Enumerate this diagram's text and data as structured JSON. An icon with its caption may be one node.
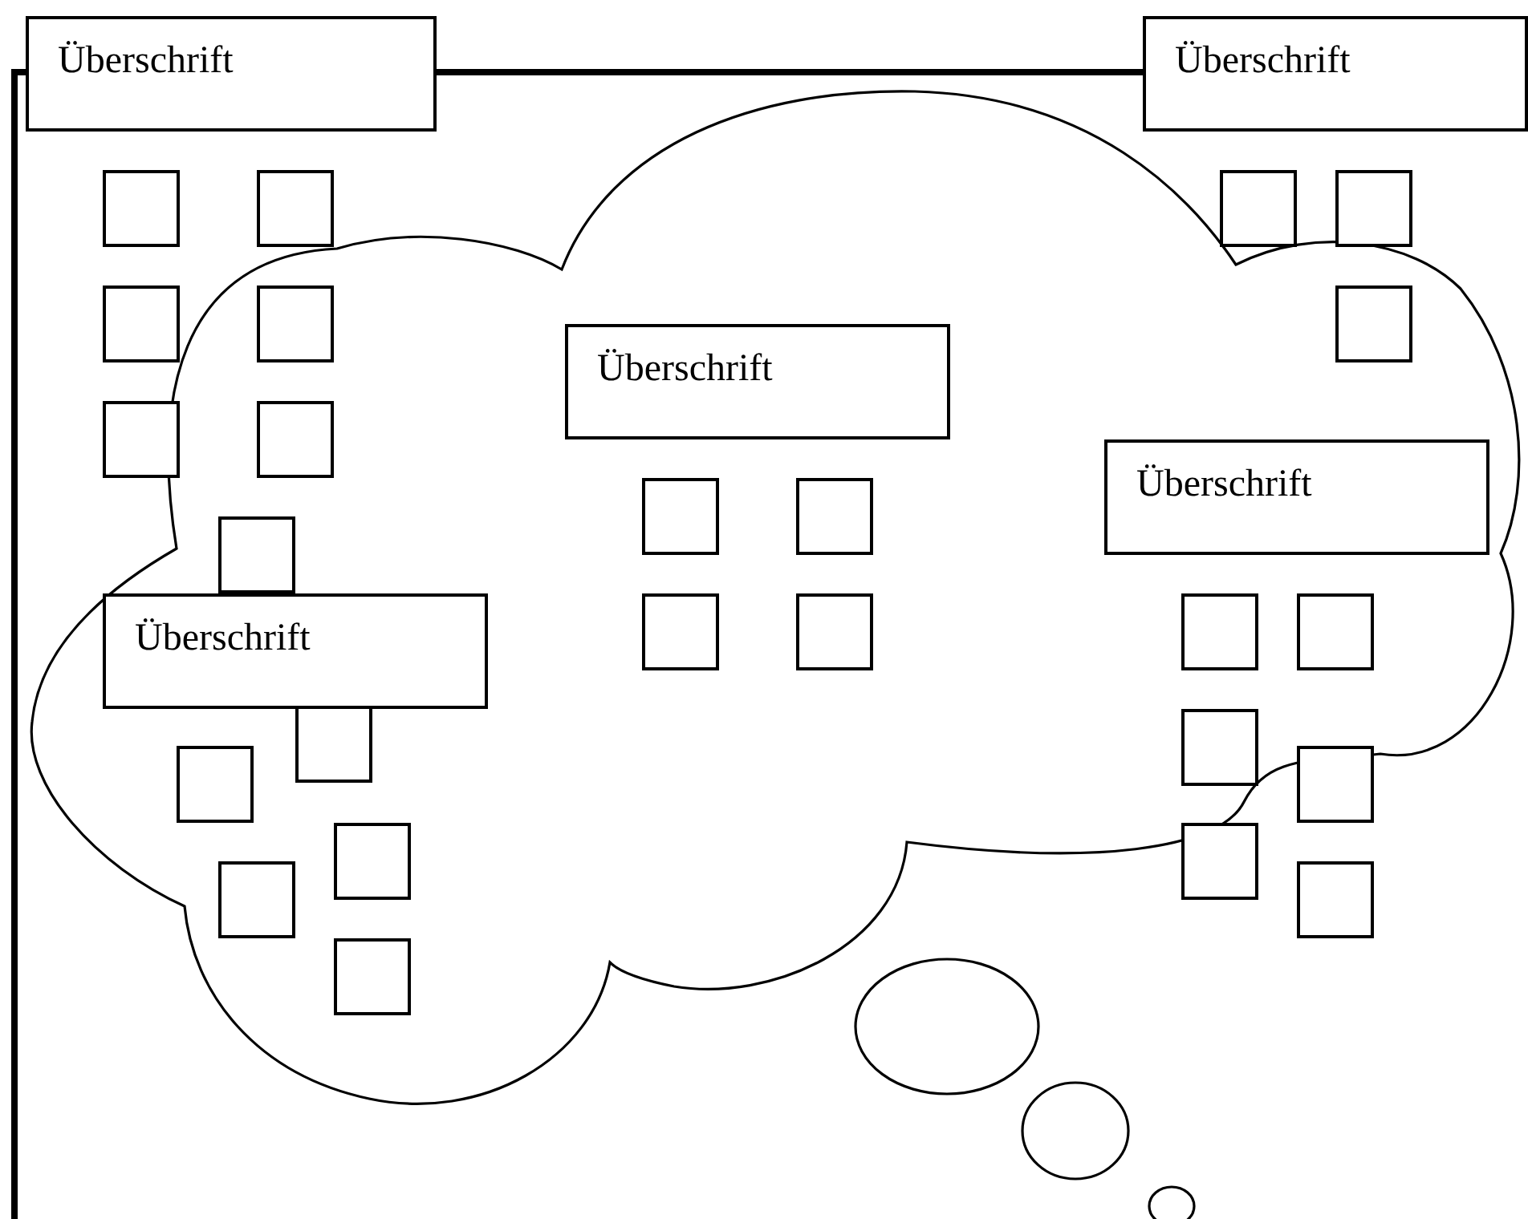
{
  "diagram": {
    "nodes": [
      {
        "text": [
          "Überschrift"
        ]
      },
      {
        "text": [
          "Überschrift"
        ]
      },
      {
        "text": [],
        "shape": "box"
      },
      {
        "text": [],
        "shape": "box"
      },
      {
        "text": [],
        "shape": "box"
      },
      {
        "text": [],
        "shape": "box"
      },
      {
        "text": [],
        "shape": "box"
      },
      {
        "text": [],
        "shape": "box"
      },
      {
        "text": [],
        "shape": "box"
      },
      {
        "text": [
          "Überschrift"
        ]
      },
      {
        "text": [],
        "shape": "box"
      },
      {
        "text": [],
        "shape": "box"
      },
      {
        "text": [
          "Überschrift"
        ]
      },
      {
        "text": [],
        "shape": "box"
      },
      {
        "text": [],
        "shape": "box"
      },
      {
        "text": [],
        "shape": "box"
      },
      {
        "text": [
          "Überschrift"
        ]
      },
      {
        "text": [],
        "shape": "box"
      },
      {
        "text": [],
        "shape": "box"
      },
      {
        "text": [],
        "shape": "box"
      },
      {
        "text": [],
        "shape": "box"
      },
      {
        "text": [],
        "shape": "box"
      },
      {
        "text": [],
        "shape": "box"
      },
      {
        "text": [],
        "shape": "box"
      },
      {
        "text": [],
        "shape": "box"
      },
      {
        "text": [],
        "shape": "box"
      },
      {
        "text": [],
        "shape": "box"
      },
      {
        "text": [],
        "shape": "box"
      },
      {
        "text": [],
        "shape": "box"
      },
      {
        "text": [],
        "shape": "box"
      }
    ]
  }
}
